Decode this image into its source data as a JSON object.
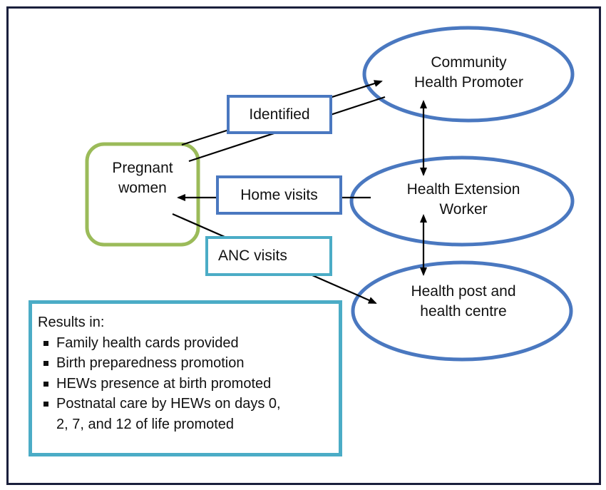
{
  "nodes": {
    "community_health_promoter": "Community\nHealth Promoter",
    "health_extension_worker": "Health Extension\nWorker",
    "health_post": "Health post and\nhealth centre",
    "pregnant_women": "Pregnant\nwomen"
  },
  "edge_labels": {
    "identified": "Identified",
    "home_visits": "Home visits",
    "anc_visits": "ANC visits"
  },
  "results": {
    "heading": "Results in:",
    "items": [
      "Family health cards provided",
      "Birth preparedness promotion",
      "HEWs presence at birth promoted",
      "Postnatal care by HEWs on days 0,\n2, 7, and 12 of life promoted"
    ]
  },
  "colors": {
    "ellipse_stroke": "#4a78c0",
    "pregnant_stroke": "#9bbb59",
    "blue_box_stroke": "#4a78c0",
    "teal_box_stroke": "#4bacc6",
    "frame": "#1a1f3c"
  }
}
